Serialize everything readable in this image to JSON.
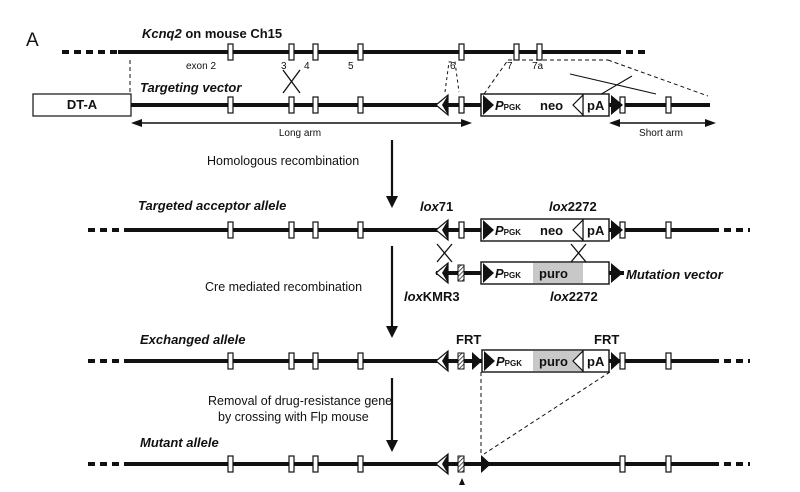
{
  "panel_label": "A",
  "title": {
    "gene": "Kcnq2",
    "rest": " on mouse Ch15"
  },
  "exons": [
    "exon 2",
    "3",
    "4",
    "5",
    "6",
    "7",
    "7a"
  ],
  "dta_label": "DT-A",
  "targeting_vector_label": "Targeting vector",
  "long_arm_label": "Long arm",
  "short_arm_label": "Short arm",
  "cassettes": {
    "p_main": "P",
    "p_sub": "PGK",
    "neo": "neo",
    "puro": "puro",
    "pa": "pA"
  },
  "steps": {
    "homologous": "Homologous recombination",
    "cre": "Cre mediated recombination",
    "removal_line1": "Removal of drug-resistance gene",
    "removal_line2": "by crossing with Flp mouse"
  },
  "alleles": {
    "targeted_acceptor": "Targeted acceptor allele",
    "exchanged": "Exchanged allele",
    "mutant": "Mutant allele"
  },
  "mutation_vector_label": "Mutation vector",
  "lox71": {
    "italic": "lox",
    "rest": "71"
  },
  "lox2272_top": {
    "italic": "lox",
    "rest": "2272"
  },
  "loxKMR3": {
    "italic": "lox",
    "rest": "KMR3"
  },
  "lox2272_bottom": {
    "italic": "lox",
    "rest": "2272"
  },
  "frt_left": "FRT",
  "frt_right": "FRT",
  "colors": {
    "line": "#111111",
    "puro_fill": "#c8c8c8",
    "background": "#ffffff"
  }
}
